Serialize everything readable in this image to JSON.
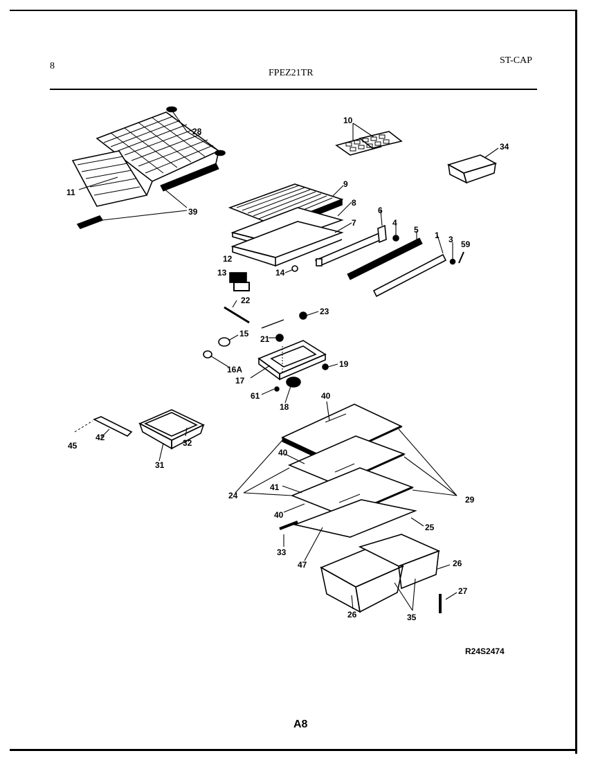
{
  "header": {
    "page_number": "8",
    "model": "FPEZ21TR",
    "code": "ST-CAP"
  },
  "footer": {
    "drawing_id": "R24S2474",
    "section": "A8"
  },
  "callouts": {
    "c1": "1",
    "c3": "3",
    "c4": "4",
    "c5": "5",
    "c6": "6",
    "c7": "7",
    "c8": "8",
    "c9": "9",
    "c10": "10",
    "c11": "11",
    "c12": "12",
    "c13": "13",
    "c14": "14",
    "c15": "15",
    "c16a": "16A",
    "c17": "17",
    "c18": "18",
    "c19": "19",
    "c21": "21",
    "c22": "22",
    "c23": "23",
    "c24": "24",
    "c25": "25",
    "c26a": "26",
    "c26b": "26",
    "c27": "27",
    "c28": "28",
    "c29": "29",
    "c31": "31",
    "c32": "32",
    "c33": "33",
    "c34": "34",
    "c35": "35",
    "c39": "39",
    "c40a": "40",
    "c40b": "40",
    "c40c": "40",
    "c41": "41",
    "c42": "42",
    "c45": "45",
    "c47": "47",
    "c59": "59",
    "c61": "61"
  }
}
